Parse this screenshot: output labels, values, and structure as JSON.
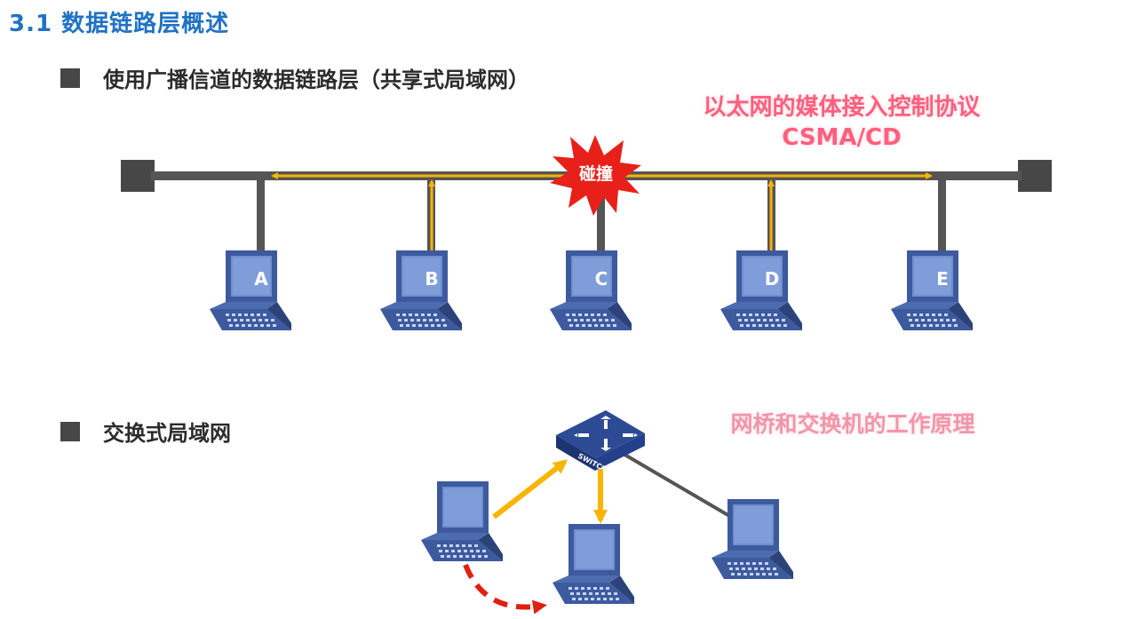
{
  "title": "3.1 数据链路层概述",
  "section_broadcast": "使用广播信道的数据链路层（共享式局域网）",
  "section_switched": "交换式局域网",
  "ethernet_label": {
    "line1": "以太网的媒体接入控制协议",
    "line2": "CSMA/CD"
  },
  "collision_label": "碰撞",
  "hosts": [
    "A",
    "B",
    "C",
    "D",
    "E"
  ],
  "switch_label": "SWITCH",
  "bridge_label": "网桥和交换机的工作原理",
  "colors": {
    "title_blue": "#1f72c4",
    "bus_gray": "#555555",
    "signal_orange": "#f7b500",
    "collision_red": "#e8201a",
    "laptop_blue": "#3d5a9e",
    "pink_text": "#ff5f7e",
    "dashed_red": "#e02010"
  },
  "icons": {
    "laptop": "laptop-icon",
    "switch": "network-switch-icon",
    "collision": "explosion-burst-icon"
  }
}
